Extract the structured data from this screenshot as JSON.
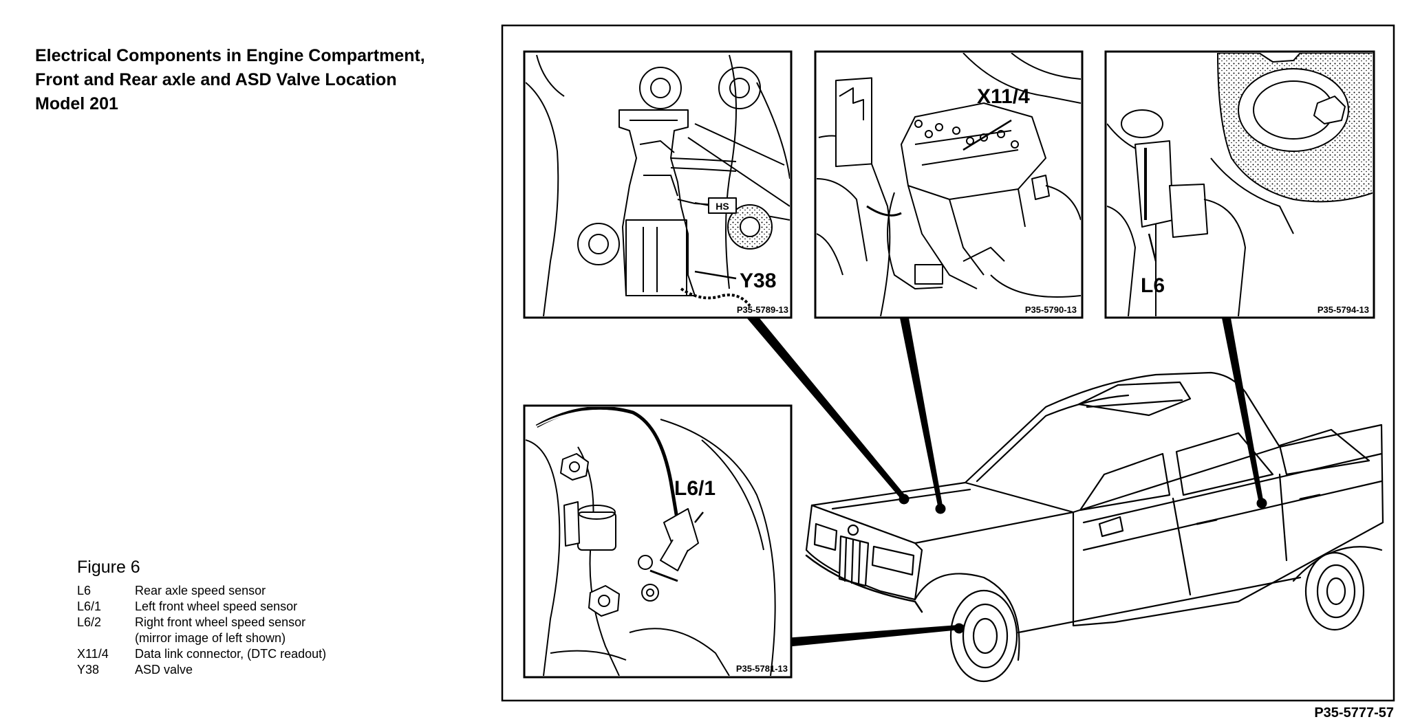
{
  "title": {
    "lines": [
      "Electrical Components in Engine Compartment,",
      "Front and Rear axle and ASD Valve Location",
      "Model 201"
    ]
  },
  "figure": {
    "label": "Figure 6",
    "legend": [
      {
        "code": "L6",
        "desc": "Rear axle speed sensor"
      },
      {
        "code": "L6/1",
        "desc": "Left front wheel speed sensor"
      },
      {
        "code": "L6/2",
        "desc": "Right front wheel speed sensor"
      },
      {
        "code": "",
        "desc": "(mirror image of left shown)"
      },
      {
        "code": "X11/4",
        "desc": "Data link connector, (DTC readout)"
      },
      {
        "code": "Y38",
        "desc": "ASD valve"
      }
    ]
  },
  "diagram": {
    "insets": {
      "y38": {
        "callout": "Y38",
        "ref": "P35-5789-13"
      },
      "x114": {
        "callout": "X11/4",
        "ref": "P35-5790-13"
      },
      "l6": {
        "callout": "L6",
        "ref": "P35-5794-13"
      },
      "l61": {
        "callout": "L6/1",
        "ref": "P35-5781-13"
      }
    },
    "main_ref": "P35-5777-57"
  }
}
